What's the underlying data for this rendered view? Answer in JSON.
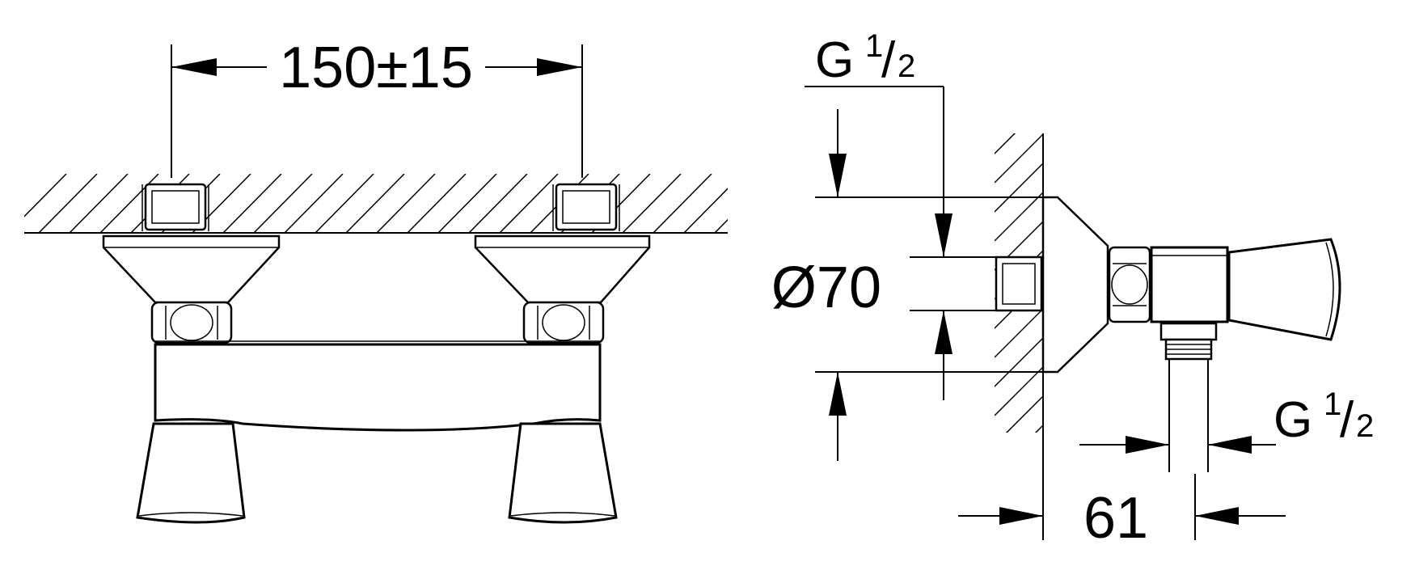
{
  "dimensions": {
    "center_spacing": "150±15",
    "diameter_symbol": "Ø",
    "diameter_value": "70",
    "depth": "61",
    "thread_top": {
      "prefix": "G",
      "numerator": "1",
      "slash": "/",
      "denominator": "2"
    },
    "thread_bottom": {
      "prefix": "G",
      "numerator": "1",
      "slash": "/",
      "denominator": "2"
    }
  }
}
